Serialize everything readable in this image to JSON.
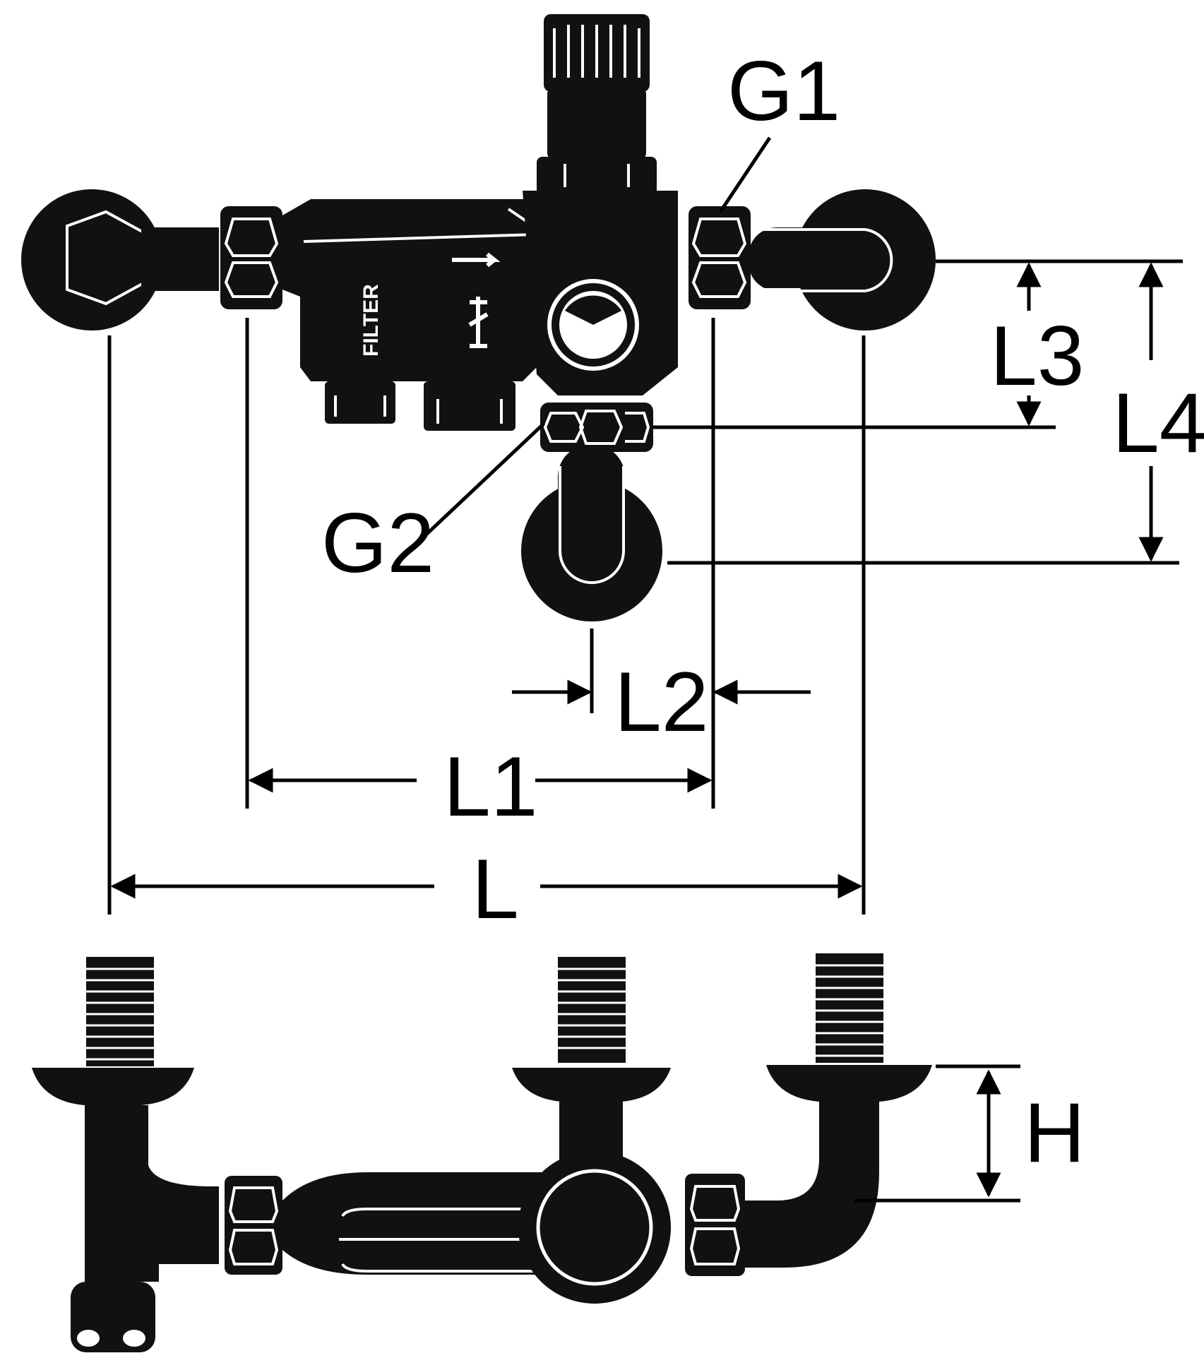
{
  "labels": {
    "g1": "G1",
    "g2": "G2",
    "l": "L",
    "l1": "L1",
    "l2": "L2",
    "l3": "L3",
    "l4": "L4",
    "h": "H",
    "filter": "FILTER"
  },
  "colors": {
    "ink": "#111111",
    "paper": "#ffffff"
  }
}
